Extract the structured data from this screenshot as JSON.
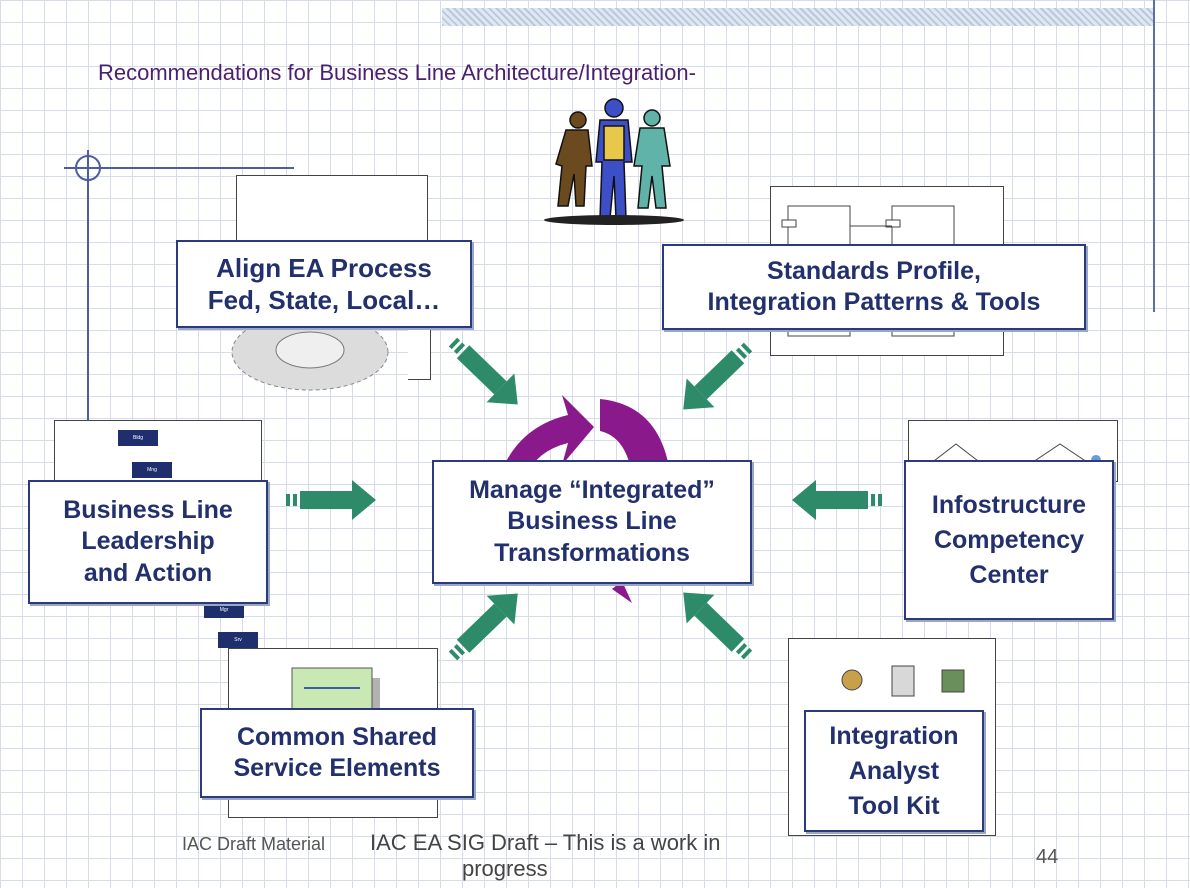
{
  "slide": {
    "title": "Recommendations for Business Line Architecture/Integration-",
    "page_number": "44"
  },
  "center": {
    "line1": "Manage “Integrated”",
    "line2": "Business Line",
    "line3": "Transformations"
  },
  "boxes": {
    "align": {
      "line1": "Align EA  Process",
      "line2": "Fed, State, Local…"
    },
    "standards": {
      "line1": "Standards Profile,",
      "line2": "Integration Patterns & Tools"
    },
    "business": {
      "line1": "Business Line",
      "line2": "Leadership",
      "line3": "and Action"
    },
    "infostructure": {
      "line1": "Infostructure",
      "line2": "Competency",
      "line3": "Center"
    },
    "common": {
      "line1": "Common Shared",
      "line2": "Service Elements"
    },
    "toolkit": {
      "line1": "Integration",
      "line2": "Analyst",
      "line3": "Tool Kit"
    }
  },
  "footer": {
    "left": "IAC Draft Material",
    "main": "IAC EA SIG Draft – This is a work in",
    "main2": "progress"
  },
  "colors": {
    "box_border": "#2b3a7c",
    "box_text": "#22306e",
    "arrow_green": "#2e8b6a",
    "cycle_purple": "#8a1a8c",
    "title_purple": "#4b1f6f"
  },
  "icons": [
    "people-clipart-icon",
    "green-arrow-icon",
    "purple-cycle-icon"
  ]
}
